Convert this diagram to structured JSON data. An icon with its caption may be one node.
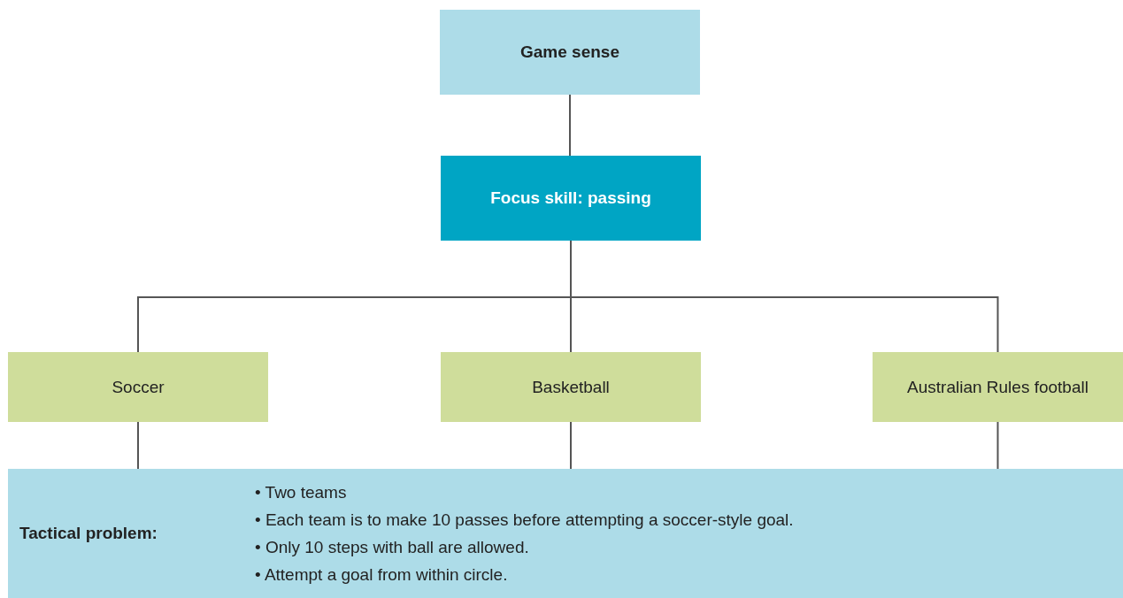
{
  "diagram": {
    "nodes": [
      {
        "text": [
          "Game sense"
        ]
      },
      {
        "text": [
          "Focus skill: passing"
        ]
      },
      {
        "text": [
          "Soccer"
        ]
      },
      {
        "text": [
          "Basketball"
        ]
      },
      {
        "text": [
          "Australian Rules football"
        ]
      },
      {
        "text": [
          "Tactical problem:",
          "• Two teams",
          "• Each team is to make 10 passes before attempting a soccer-style goal.",
          "• Only 10 steps with ball are allowed.",
          "• Attempt a goal from within circle."
        ]
      }
    ],
    "edges": [
      {
        "from": 0,
        "to": 1,
        "arrow": "none"
      },
      {
        "from": 1,
        "to": 2,
        "arrow": "none"
      },
      {
        "from": 1,
        "to": 3,
        "arrow": "none"
      },
      {
        "from": 1,
        "to": 4,
        "arrow": "none"
      },
      {
        "from": 2,
        "to": 5,
        "arrow": "none"
      },
      {
        "from": 3,
        "to": 5,
        "arrow": "none"
      },
      {
        "from": 4,
        "to": 5,
        "arrow": "none"
      }
    ]
  }
}
